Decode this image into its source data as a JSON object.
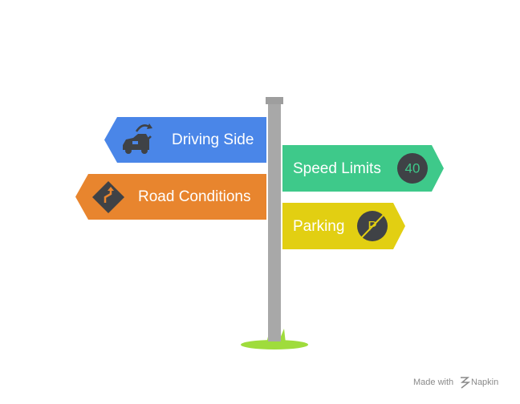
{
  "signs": {
    "driving_side": {
      "label": "Driving Side",
      "color": "#4a86e8",
      "icon": "car-swap-icon"
    },
    "speed_limits": {
      "label": "Speed Limits",
      "color": "#3ec98a",
      "icon": "speed-limit-icon",
      "badge": "40"
    },
    "road_conditions": {
      "label": "Road Conditions",
      "color": "#e8852e",
      "icon": "road-warning-icon"
    },
    "parking": {
      "label": "Parking",
      "color": "#e2cf12",
      "icon": "no-parking-icon",
      "badge": "P"
    }
  },
  "colors": {
    "pole": "#a8a8a8",
    "pole_cap": "#9e9e9e",
    "grass": "#9fdc3c",
    "icon_dark": "#3f4246"
  },
  "watermark": {
    "prefix": "Made with",
    "brand": "Napkin"
  }
}
